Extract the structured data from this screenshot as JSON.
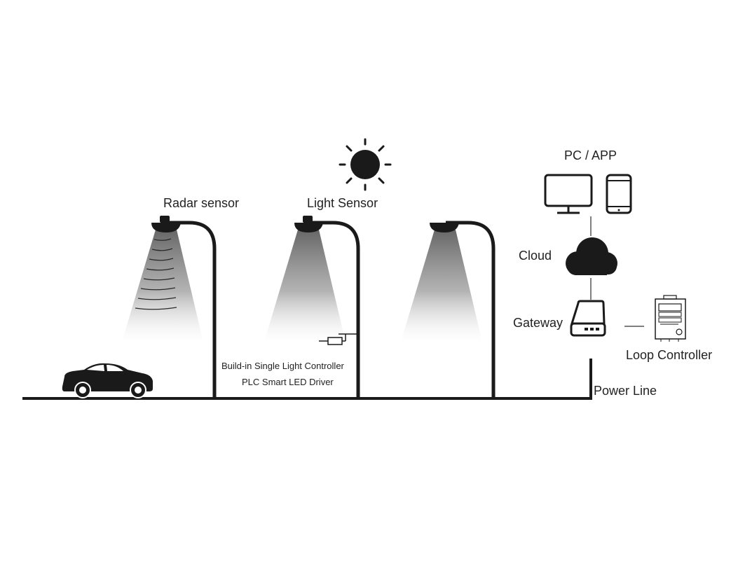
{
  "labels": {
    "radar_sensor": "Radar sensor",
    "light_sensor": "Light Sensor",
    "controller_line1": "Build-in Single Light Controller",
    "controller_line2": "PLC Smart LED Driver",
    "pc_app": "PC / APP",
    "cloud": "Cloud",
    "gateway": "Gateway",
    "loop_controller": "Loop Controller",
    "power_line": "Power Line"
  },
  "colors": {
    "ink": "#1a1a1a",
    "beam_dark": "#6e6e6e",
    "beam_light": "#ffffff",
    "background": "#ffffff"
  },
  "icons": [
    "sun-icon",
    "car-icon",
    "monitor-icon",
    "phone-icon",
    "cloud-icon",
    "gateway-icon",
    "loop-controller-icon",
    "resistor-icon"
  ]
}
